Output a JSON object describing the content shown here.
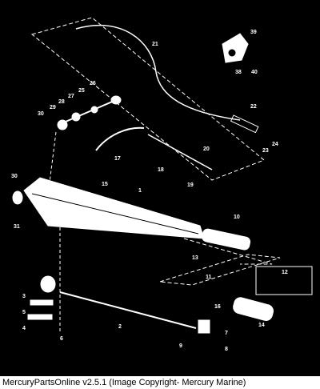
{
  "diagram": {
    "callouts": [
      "1",
      "2",
      "3",
      "4",
      "5",
      "6",
      "7",
      "8",
      "9",
      "10",
      "11",
      "12",
      "13",
      "14",
      "15",
      "16",
      "17",
      "18",
      "19",
      "20",
      "21",
      "22",
      "23",
      "24",
      "25",
      "26",
      "27",
      "28",
      "29",
      "30",
      "31",
      "38",
      "39",
      "40"
    ]
  },
  "footer": {
    "caption": "MercuryPartsOnline v2.5.1 (Image Copyright- Mercury Marine)"
  }
}
